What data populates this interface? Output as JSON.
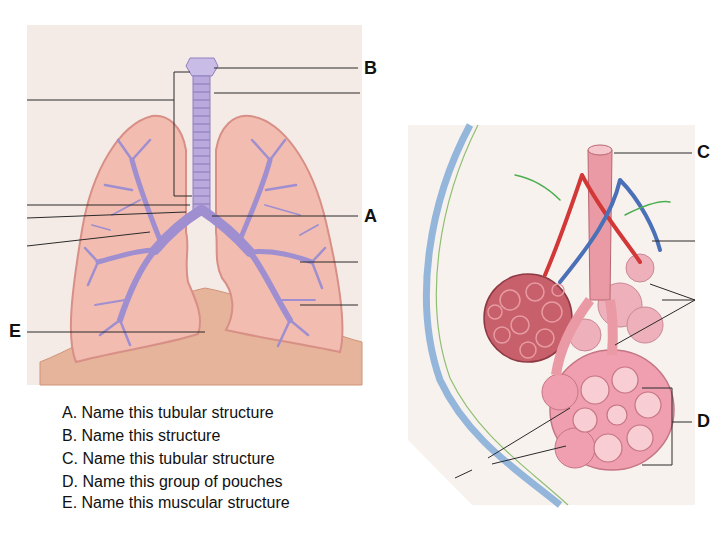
{
  "diagram": {
    "labels": [
      "B",
      "A",
      "E",
      "C",
      "D",
      "A. Name this tubular structure",
      "B. Name this structure",
      "C. Name this tubular structure",
      "D. Name this group of pouches",
      "E. Name this muscular structure"
    ]
  }
}
